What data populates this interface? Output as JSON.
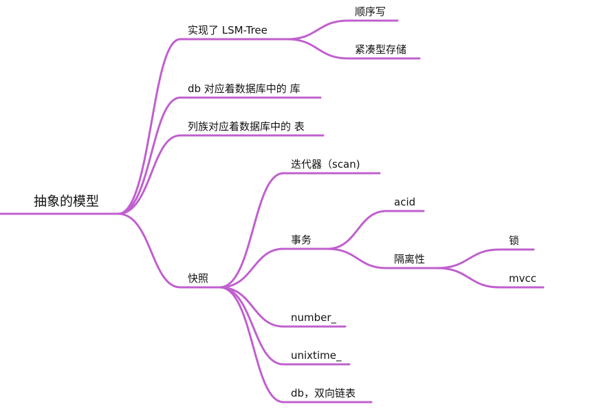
{
  "accent_color": "#c05fce",
  "mindmap": {
    "root": "抽象的模型",
    "lsm": {
      "label": "实现了 LSM-Tree",
      "children": [
        "顺序写",
        "紧凑型存储"
      ]
    },
    "db_library": "db 对应着数据库中的 库",
    "column_family": "列族对应着数据库中的 表",
    "snapshot": {
      "label": "快照",
      "iterator": "迭代器（scan)",
      "transaction": {
        "label": "事务",
        "acid": "acid",
        "isolation": {
          "label": "隔离性",
          "children": [
            "锁",
            "mvcc"
          ]
        }
      },
      "number": "number_",
      "unixtime": "unixtime_",
      "db_list": "db，双向链表"
    }
  }
}
